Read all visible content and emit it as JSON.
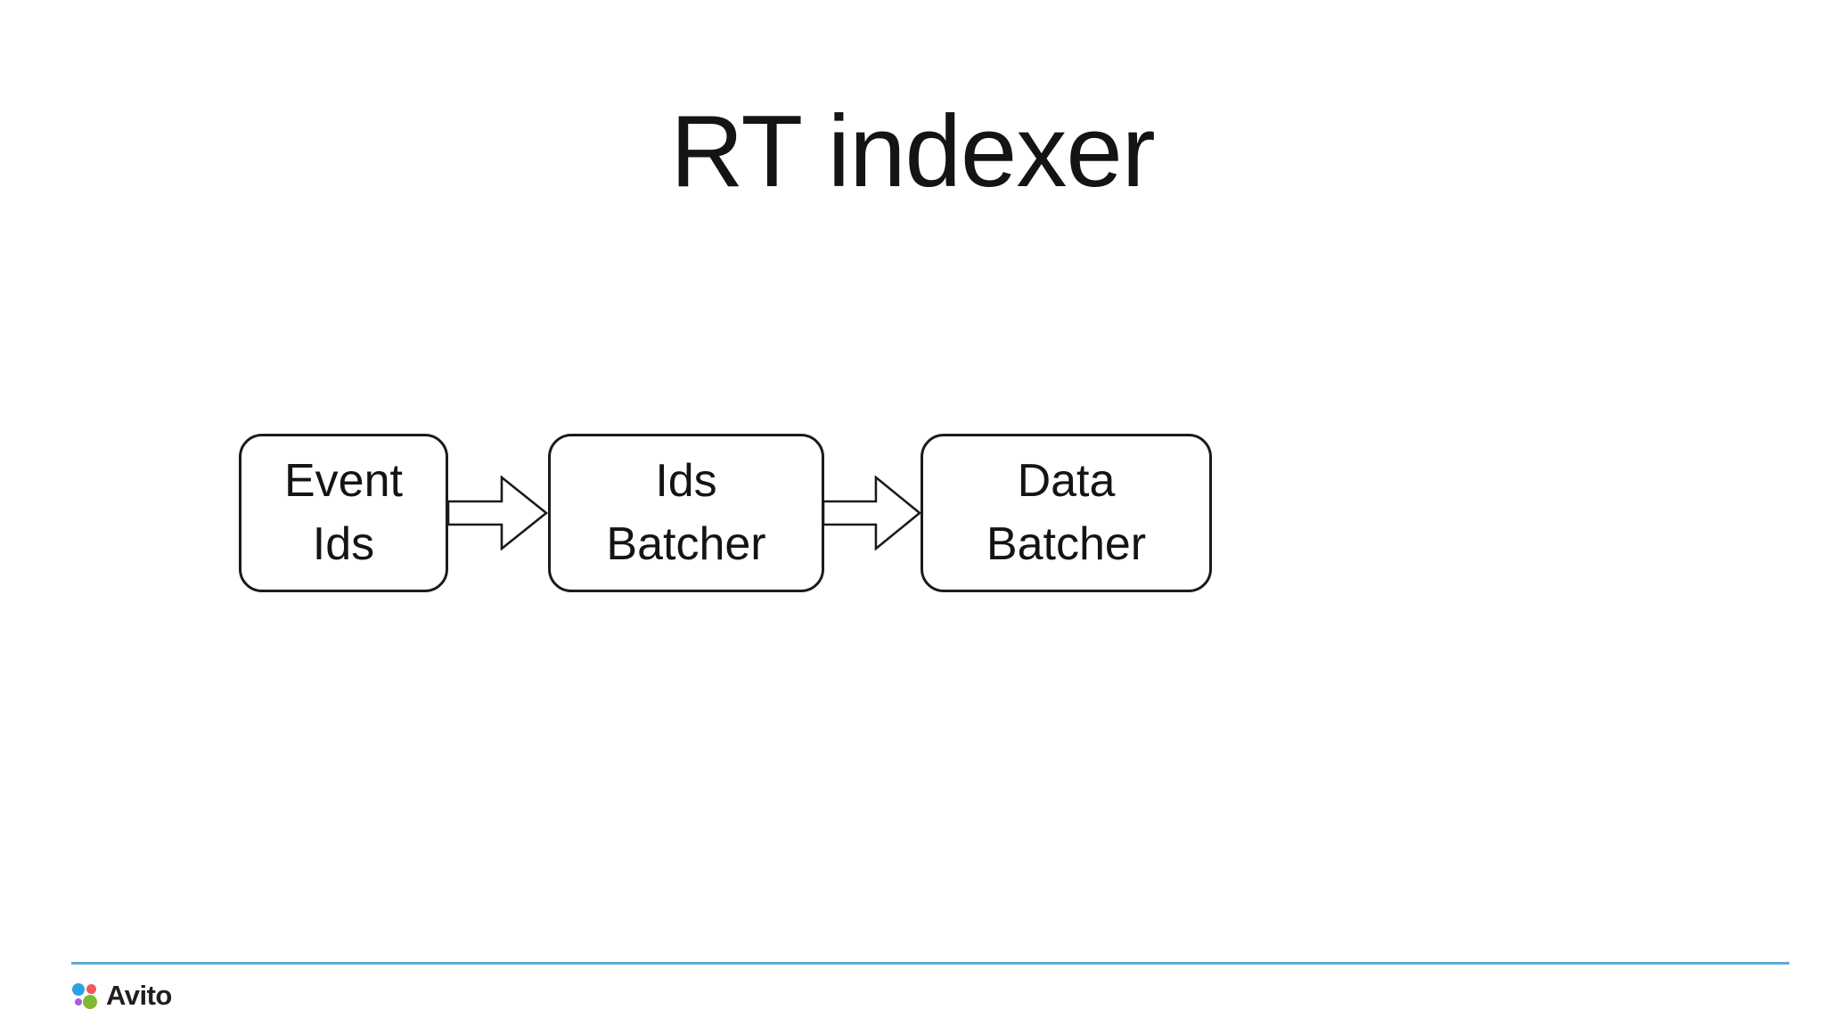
{
  "slide": {
    "title": "RT indexer",
    "background": "#ffffff"
  },
  "diagram": {
    "type": "flow",
    "direction": "left-to-right",
    "nodes": [
      {
        "id": "event-ids",
        "label": "Event\nIds"
      },
      {
        "id": "ids-batcher",
        "label": "Ids\nBatcher"
      },
      {
        "id": "data-batcher",
        "label": "Data\nBatcher"
      }
    ],
    "edges": [
      {
        "from": "event-ids",
        "to": "ids-batcher",
        "style": "hollow-block-arrow"
      },
      {
        "from": "ids-batcher",
        "to": "data-batcher",
        "style": "hollow-block-arrow"
      }
    ],
    "node_border_color": "#1b1b1b",
    "node_fill_color": "#ffffff",
    "text_color": "#141414"
  },
  "footer": {
    "brand": "Avito",
    "divider_color": "#5fa8da",
    "logo_dot_colors": {
      "blue": "#29a3e1",
      "red": "#f1595b",
      "purple": "#a65ce8",
      "green": "#7cbb31"
    }
  }
}
